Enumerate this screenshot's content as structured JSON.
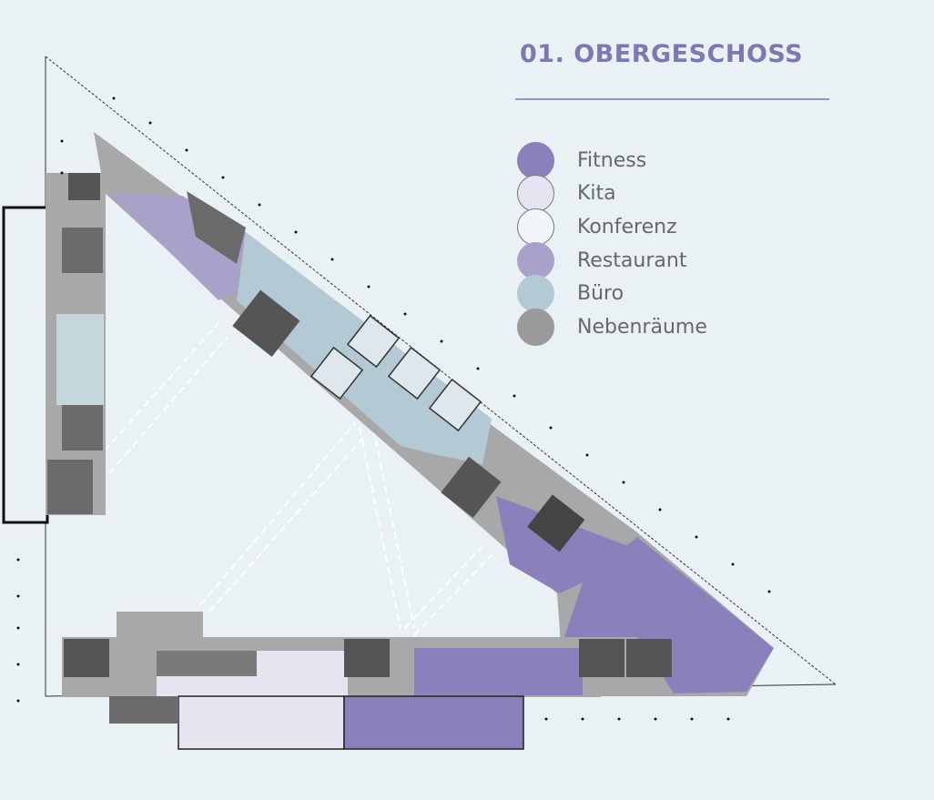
{
  "title": "01. OBERGESCHOSS",
  "legend": [
    {
      "label": "Fitness",
      "color": "#8a80bb",
      "border": "none"
    },
    {
      "label": "Kita",
      "color": "#e7e4f1",
      "border": "#777"
    },
    {
      "label": "Konferenz",
      "color": "#f3f6f8",
      "border": "#777"
    },
    {
      "label": "Restaurant",
      "color": "#a9a1ca",
      "border": "none"
    },
    {
      "label": "Büro",
      "color": "#b3c9d3",
      "border": "none"
    },
    {
      "label": "Nebenräume",
      "color": "#9a9a9a",
      "border": "none"
    }
  ],
  "colors": {
    "background": "#e9f1f5",
    "fitness": "#8a80bb",
    "kita": "#e7e4f1",
    "konferenz": "#f3f6f8",
    "restaurant": "#a9a1ca",
    "buero": "#b3c9d3",
    "neben": "#9a9a9a",
    "core": "#6b6b6b"
  }
}
